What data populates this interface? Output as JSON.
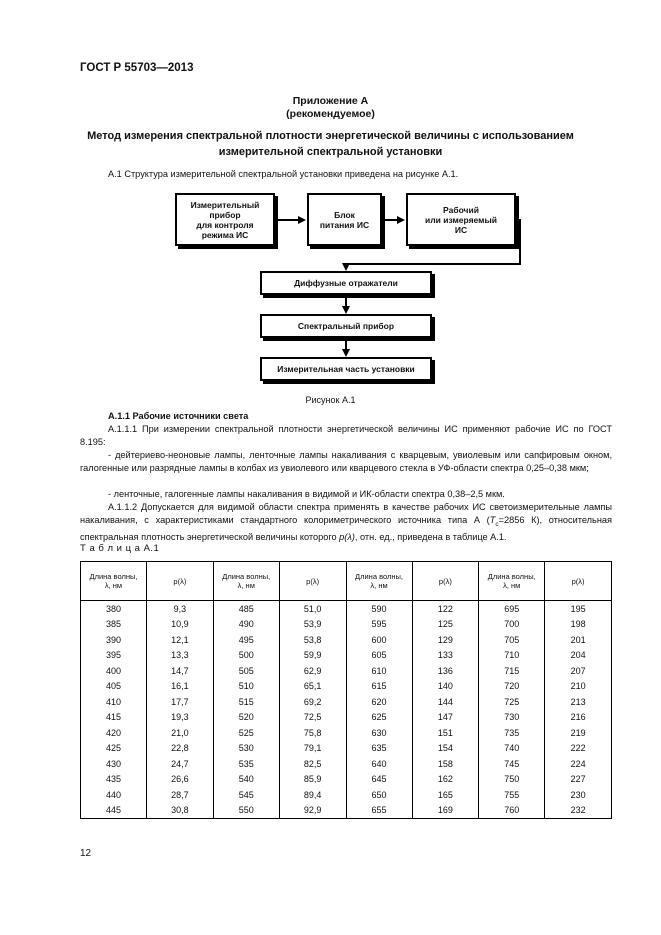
{
  "header": {
    "doc_code": "ГОСТ Р 55703—2013"
  },
  "annex": {
    "title": "Приложение А",
    "subtitle": "(рекомендуемое)"
  },
  "method_title": {
    "line1": "Метод измерения спектральной плотности энергетической величины с использованием",
    "line2": "измерительной спектральной установки"
  },
  "intro": "А.1 Структура измерительной спектральной установки приведена на рисунке А.1.",
  "diagram": {
    "box_control": [
      "Измерительный",
      "прибор",
      "для контроля",
      "режима ИС"
    ],
    "box_power": [
      "Блок",
      "питания ИС"
    ],
    "box_source": [
      "Рабочий",
      "или измеряемый",
      "ИС"
    ],
    "box_diffuse": "Диффузные отражатели",
    "box_spectral": "Спектральный прибор",
    "box_measuring": "Измерительная часть установки"
  },
  "figure_caption": "Рисунок А.1",
  "sections": {
    "heading": "А.1.1 Рабочие источники света",
    "p1": "А.1.1.1 При измерении спектральной плотности энергетической величины ИС применяют рабочие ИС по ГОСТ 8.195:",
    "p2": "- дейтериево-неоновые лампы, ленточные лампы накаливания с кварцевым, увиолевым или сапфировым окном, галогенные или разрядные лампы в колбах из увиолевого или кварцевого стекла в УФ-области спектра 0,25–0,38 мкм;",
    "p3": "- ленточные, галогенные лампы накаливания в видимой и ИК-области спектра 0,38–2,5 мкм.",
    "p4_a": "А.1.1.2 Допускается для видимой области спектра применять в качестве рабочих ИС светоизмерительные лампы накаливания, с характеристиками стандартного колориметрического источника типа А (",
    "p4_t": "T",
    "p4_c": "c",
    "p4_b": "=2856 К), относительная спектральная плотность энергетической величины которого ",
    "p4_p": "p(λ)",
    "p4_d": ", отн. ед., приведена в таблице А.1."
  },
  "table": {
    "title": "Т а б л и ц а  А.1",
    "header_wave": "Длина волны,",
    "header_unit": "λ, нм",
    "header_p": "p(λ)",
    "rows": [
      [
        "380",
        "9,3",
        "485",
        "51,0",
        "590",
        "122",
        "695",
        "195"
      ],
      [
        "385",
        "10,9",
        "490",
        "53,9",
        "595",
        "125",
        "700",
        "198"
      ],
      [
        "390",
        "12,1",
        "495",
        "53,8",
        "600",
        "129",
        "705",
        "201"
      ],
      [
        "395",
        "13,3",
        "500",
        "59,9",
        "605",
        "133",
        "710",
        "204"
      ],
      [
        "400",
        "14,7",
        "505",
        "62,9",
        "610",
        "136",
        "715",
        "207"
      ],
      [
        "405",
        "16,1",
        "510",
        "65,1",
        "615",
        "140",
        "720",
        "210"
      ],
      [
        "410",
        "17,7",
        "515",
        "69,2",
        "620",
        "144",
        "725",
        "213"
      ],
      [
        "415",
        "19,3",
        "520",
        "72,5",
        "625",
        "147",
        "730",
        "216"
      ],
      [
        "420",
        "21,0",
        "525",
        "75,8",
        "630",
        "151",
        "735",
        "219"
      ],
      [
        "425",
        "22,8",
        "530",
        "79,1",
        "635",
        "154",
        "740",
        "222"
      ],
      [
        "430",
        "24,7",
        "535",
        "82,5",
        "640",
        "158",
        "745",
        "224"
      ],
      [
        "435",
        "26,6",
        "540",
        "85,9",
        "645",
        "162",
        "750",
        "227"
      ],
      [
        "440",
        "28,7",
        "545",
        "89,4",
        "650",
        "165",
        "755",
        "230"
      ],
      [
        "445",
        "30,8",
        "550",
        "92,9",
        "655",
        "169",
        "760",
        "232"
      ]
    ]
  },
  "page_number": "12"
}
